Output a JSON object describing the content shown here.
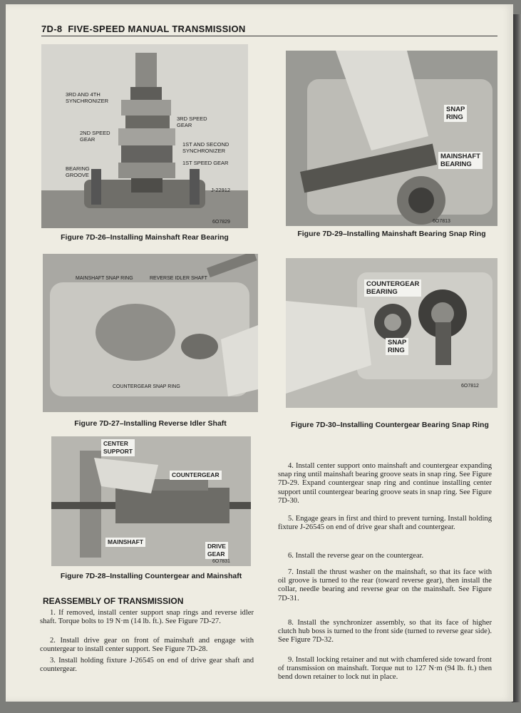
{
  "header": {
    "page_id": "7D-8",
    "title": "FIVE-SPEED MANUAL TRANSMISSION"
  },
  "figures": {
    "fig26": {
      "caption": "Figure 7D-26–Installing Mainshaft Rear Bearing",
      "neg": "6O7829",
      "labels": {
        "sync34": "3RD AND 4TH\nSYNCHRONIZER",
        "gear3": "3RD SPEED\nGEAR",
        "gear2": "2ND SPEED\nGEAR",
        "sync12": "1ST AND SECOND\nSYNCHRONIZER",
        "gear1": "1ST SPEED GEAR",
        "groove": "BEARING\nGROOVE",
        "tool": "J-22912"
      }
    },
    "fig29": {
      "caption": "Figure 7D-29–Installing Mainshaft Bearing Snap Ring",
      "neg": "6O7813",
      "labels": {
        "snap": "SNAP\nRING",
        "bearing": "MAINSHAFT\nBEARING"
      }
    },
    "fig27": {
      "caption": "Figure 7D-27–Installing Reverse Idler Shaft",
      "labels": {
        "ms_snap": "MAINSHAFT SNAP RING",
        "idler": "REVERSE IDLER SHAFT",
        "cg_snap": "COUNTERGEAR SNAP RING"
      }
    },
    "fig30": {
      "caption": "Figure 7D-30–Installing Countergear Bearing Snap Ring",
      "neg": "6O7812",
      "labels": {
        "cg_bearing": "COUNTERGEAR\nBEARING",
        "snap": "SNAP\nRING"
      }
    },
    "fig28": {
      "caption": "Figure 7D-28–Installing Countergear and Mainshaft",
      "neg": "6O7831",
      "labels": {
        "center": "CENTER\nSUPPORT",
        "countergear": "COUNTERGEAR",
        "mainshaft": "MAINSHAFT",
        "drive": "DRIVE\nGEAR"
      }
    }
  },
  "section": {
    "heading": "REASSEMBLY OF TRANSMISSION",
    "steps_left": [
      "1. If removed, install center support snap rings and reverse idler shaft. Torque bolts to 19 N·m (14 lb. ft.). See Figure 7D-27.",
      "2. Install drive gear on front of mainshaft and engage with countergear to install center support. See Figure 7D-28.",
      "3. Install holding fixture J-26545 on end of drive gear shaft and countergear."
    ],
    "steps_right": [
      "4. Install center support onto mainshaft and countergear expanding snap ring until mainshaft bearing groove seats in snap ring. See Figure 7D-29. Expand countergear snap ring and continue installing center support until countergear bearing groove seats in snap ring. See Figure 7D-30.",
      "5. Engage gears in first and third to prevent turning. Install holding fixture J-26545 on end of drive gear shaft and countergear.",
      "6. Install the reverse gear on the countergear.",
      "7. Install the thrust washer on the mainshaft, so that its face with oil groove is turned to the rear (toward reverse gear), then install the collar, needle bearing and reverse gear on the mainshaft. See Figure 7D-31.",
      "8. Install the synchronizer assembly, so that its face of higher clutch hub boss is turned to the front side (turned to reverse gear side). See Figure 7D-32.",
      "9. Install locking retainer and nut with chamfered side toward front of transmission on mainshaft. Torque nut to 127 N·m (94 lb. ft.) then bend down retainer to lock nut in place."
    ]
  }
}
